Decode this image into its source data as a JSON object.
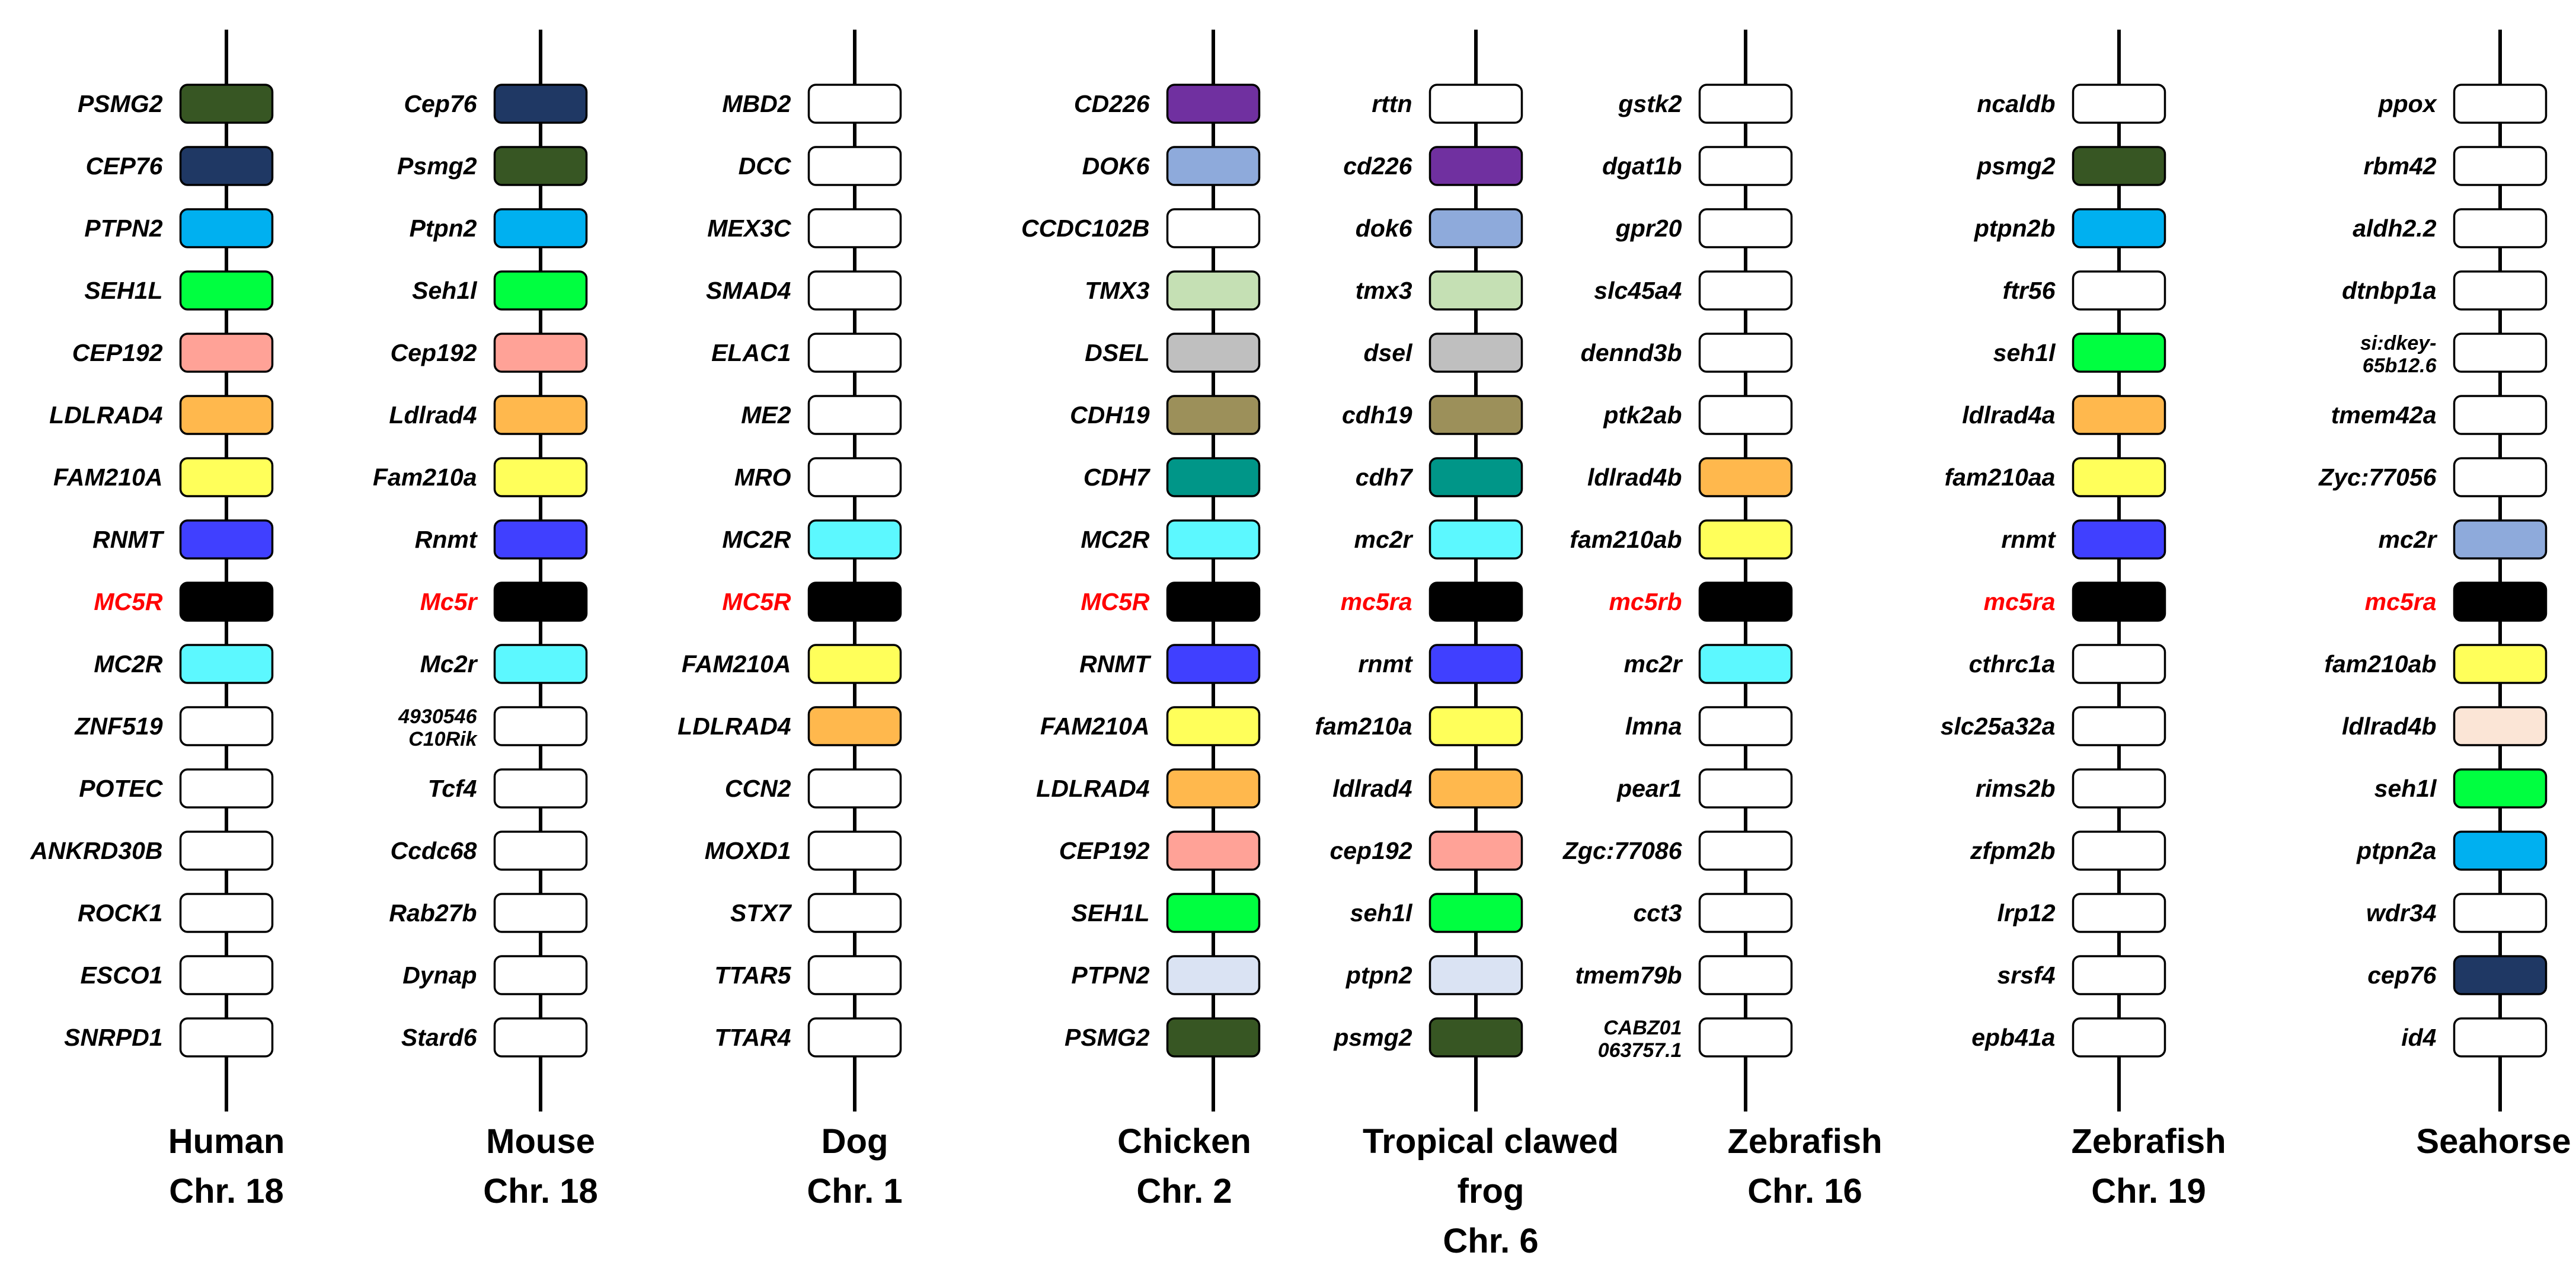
{
  "highlight_color": "#ff0000",
  "default_gene_color": "#ffffff",
  "species": [
    {
      "title_lines": [
        "Human",
        "Chr. 18"
      ],
      "genes": [
        {
          "label": "PSMG2",
          "color": "#375623"
        },
        {
          "label": "CEP76",
          "color": "#1f3864"
        },
        {
          "label": "PTPN2",
          "color": "#00b0f0"
        },
        {
          "label": "SEH1L",
          "color": "#00ff40"
        },
        {
          "label": "CEP192",
          "color": "#ffa297"
        },
        {
          "label": "LDLRAD4",
          "color": "#ffb84d"
        },
        {
          "label": "FAM210A",
          "color": "#ffff5a"
        },
        {
          "label": "RNMT",
          "color": "#4040ff"
        },
        {
          "label": "MC5R",
          "color": "#000000",
          "highlight": true
        },
        {
          "label": "MC2R",
          "color": "#5cf8ff"
        },
        {
          "label": "ZNF519",
          "color": "#ffffff"
        },
        {
          "label": "POTEC",
          "color": "#ffffff"
        },
        {
          "label": "ANKRD30B",
          "color": "#ffffff"
        },
        {
          "label": "ROCK1",
          "color": "#ffffff"
        },
        {
          "label": "ESCO1",
          "color": "#ffffff"
        },
        {
          "label": "SNRPD1",
          "color": "#ffffff"
        }
      ]
    },
    {
      "title_lines": [
        "Mouse",
        "Chr. 18"
      ],
      "genes": [
        {
          "label": "Cep76",
          "color": "#1f3864"
        },
        {
          "label": "Psmg2",
          "color": "#375623"
        },
        {
          "label": "Ptpn2",
          "color": "#00b0f0"
        },
        {
          "label": "Seh1l",
          "color": "#00ff40"
        },
        {
          "label": "Cep192",
          "color": "#ffa297"
        },
        {
          "label": "Ldlrad4",
          "color": "#ffb84d"
        },
        {
          "label": "Fam210a",
          "color": "#ffff5a"
        },
        {
          "label": "Rnmt",
          "color": "#4040ff"
        },
        {
          "label": "Mc5r",
          "color": "#000000",
          "highlight": true
        },
        {
          "label": "Mc2r",
          "color": "#5cf8ff"
        },
        {
          "label": "4930546\nC10Rik",
          "color": "#ffffff"
        },
        {
          "label": "Tcf4",
          "color": "#ffffff"
        },
        {
          "label": "Ccdc68",
          "color": "#ffffff"
        },
        {
          "label": "Rab27b",
          "color": "#ffffff"
        },
        {
          "label": "Dynap",
          "color": "#ffffff"
        },
        {
          "label": "Stard6",
          "color": "#ffffff"
        }
      ]
    },
    {
      "title_lines": [
        "Dog",
        "Chr. 1"
      ],
      "genes": [
        {
          "label": "MBD2",
          "color": "#ffffff"
        },
        {
          "label": "DCC",
          "color": "#ffffff"
        },
        {
          "label": "MEX3C",
          "color": "#ffffff"
        },
        {
          "label": "SMAD4",
          "color": "#ffffff"
        },
        {
          "label": "ELAC1",
          "color": "#ffffff"
        },
        {
          "label": "ME2",
          "color": "#ffffff"
        },
        {
          "label": "MRO",
          "color": "#ffffff"
        },
        {
          "label": "MC2R",
          "color": "#5cf8ff"
        },
        {
          "label": "MC5R",
          "color": "#000000",
          "highlight": true
        },
        {
          "label": "FAM210A",
          "color": "#ffff5a"
        },
        {
          "label": "LDLRAD4",
          "color": "#ffb84d"
        },
        {
          "label": "CCN2",
          "color": "#ffffff"
        },
        {
          "label": "MOXD1",
          "color": "#ffffff"
        },
        {
          "label": "STX7",
          "color": "#ffffff"
        },
        {
          "label": "TTAR5",
          "color": "#ffffff"
        },
        {
          "label": "TTAR4",
          "color": "#ffffff"
        }
      ]
    },
    {
      "title_lines": [
        "Chicken",
        "Chr. 2"
      ],
      "genes": [
        {
          "label": "CD226",
          "color": "#7030a0"
        },
        {
          "label": "DOK6",
          "color": "#8eaadb"
        },
        {
          "label": "CCDC102B",
          "color": "#ffffff"
        },
        {
          "label": "TMX3",
          "color": "#c5e0b4"
        },
        {
          "label": "DSEL",
          "color": "#bfbfbf"
        },
        {
          "label": "CDH19",
          "color": "#9c905a"
        },
        {
          "label": "CDH7",
          "color": "#009688"
        },
        {
          "label": "MC2R",
          "color": "#5cf8ff"
        },
        {
          "label": "MC5R",
          "color": "#000000",
          "highlight": true
        },
        {
          "label": "RNMT",
          "color": "#4040ff"
        },
        {
          "label": "FAM210A",
          "color": "#ffff5a"
        },
        {
          "label": "LDLRAD4",
          "color": "#ffb84d"
        },
        {
          "label": "CEP192",
          "color": "#ffa297"
        },
        {
          "label": "SEH1L",
          "color": "#00ff40"
        },
        {
          "label": "PTPN2",
          "color": "#dae3f3"
        },
        {
          "label": "PSMG2",
          "color": "#375623"
        }
      ]
    },
    {
      "title_lines": [
        "Tropical clawed",
        "frog",
        "Chr. 6"
      ],
      "genes": [
        {
          "label": "rttn",
          "color": "#ffffff"
        },
        {
          "label": "cd226",
          "color": "#7030a0"
        },
        {
          "label": "dok6",
          "color": "#8eaadb"
        },
        {
          "label": "tmx3",
          "color": "#c5e0b4"
        },
        {
          "label": "dsel",
          "color": "#bfbfbf"
        },
        {
          "label": "cdh19",
          "color": "#9c905a"
        },
        {
          "label": "cdh7",
          "color": "#009688"
        },
        {
          "label": "mc2r",
          "color": "#5cf8ff"
        },
        {
          "label": "mc5ra",
          "color": "#000000",
          "highlight": true
        },
        {
          "label": "rnmt",
          "color": "#4040ff"
        },
        {
          "label": "fam210a",
          "color": "#ffff5a"
        },
        {
          "label": "ldlrad4",
          "color": "#ffb84d"
        },
        {
          "label": "cep192",
          "color": "#ffa297"
        },
        {
          "label": "seh1l",
          "color": "#00ff40"
        },
        {
          "label": "ptpn2",
          "color": "#dae3f3"
        },
        {
          "label": "psmg2",
          "color": "#375623"
        }
      ]
    },
    {
      "title_lines": [
        "Zebrafish",
        "Chr. 16"
      ],
      "genes": [
        {
          "label": "gstk2",
          "color": "#ffffff"
        },
        {
          "label": "dgat1b",
          "color": "#ffffff"
        },
        {
          "label": "gpr20",
          "color": "#ffffff"
        },
        {
          "label": "slc45a4",
          "color": "#ffffff"
        },
        {
          "label": "dennd3b",
          "color": "#ffffff"
        },
        {
          "label": "ptk2ab",
          "color": "#ffffff"
        },
        {
          "label": "ldlrad4b",
          "color": "#ffb84d"
        },
        {
          "label": "fam210ab",
          "color": "#ffff5a"
        },
        {
          "label": "mc5rb",
          "color": "#000000",
          "highlight": true
        },
        {
          "label": "mc2r",
          "color": "#5cf8ff"
        },
        {
          "label": "lmna",
          "color": "#ffffff"
        },
        {
          "label": "pear1",
          "color": "#ffffff"
        },
        {
          "label": "Zgc:77086",
          "color": "#ffffff"
        },
        {
          "label": "cct3",
          "color": "#ffffff"
        },
        {
          "label": "tmem79b",
          "color": "#ffffff"
        },
        {
          "label": "CABZ01\n063757.1",
          "color": "#ffffff"
        }
      ]
    },
    {
      "title_lines": [
        "Zebrafish",
        "Chr. 19"
      ],
      "genes": [
        {
          "label": "ncaldb",
          "color": "#ffffff"
        },
        {
          "label": "psmg2",
          "color": "#375623"
        },
        {
          "label": "ptpn2b",
          "color": "#00b0f0"
        },
        {
          "label": "ftr56",
          "color": "#ffffff"
        },
        {
          "label": "seh1l",
          "color": "#00ff40"
        },
        {
          "label": "ldlrad4a",
          "color": "#ffb84d"
        },
        {
          "label": "fam210aa",
          "color": "#ffff5a"
        },
        {
          "label": "rnmt",
          "color": "#4040ff"
        },
        {
          "label": "mc5ra",
          "color": "#000000",
          "highlight": true
        },
        {
          "label": "cthrc1a",
          "color": "#ffffff"
        },
        {
          "label": "slc25a32a",
          "color": "#ffffff"
        },
        {
          "label": "rims2b",
          "color": "#ffffff"
        },
        {
          "label": "zfpm2b",
          "color": "#ffffff"
        },
        {
          "label": "lrp12",
          "color": "#ffffff"
        },
        {
          "label": "srsf4",
          "color": "#ffffff"
        },
        {
          "label": "epb41a",
          "color": "#ffffff"
        }
      ]
    },
    {
      "title_lines": [
        "Seahorse"
      ],
      "genes": [
        {
          "label": "ppox",
          "color": "#ffffff"
        },
        {
          "label": "rbm42",
          "color": "#ffffff"
        },
        {
          "label": "aldh2.2",
          "color": "#ffffff"
        },
        {
          "label": "dtnbp1a",
          "color": "#ffffff"
        },
        {
          "label": "si:dkey-\n65b12.6",
          "color": "#ffffff"
        },
        {
          "label": "tmem42a",
          "color": "#ffffff"
        },
        {
          "label": "Zyc:77056",
          "color": "#ffffff"
        },
        {
          "label": "mc2r",
          "color": "#8eaadb"
        },
        {
          "label": "mc5ra",
          "color": "#000000",
          "highlight": true
        },
        {
          "label": "fam210ab",
          "color": "#ffff5a"
        },
        {
          "label": "ldlrad4b",
          "color": "#fbe5d6"
        },
        {
          "label": "seh1l",
          "color": "#00ff40"
        },
        {
          "label": "ptpn2a",
          "color": "#00b0f0"
        },
        {
          "label": "wdr34",
          "color": "#ffffff"
        },
        {
          "label": "cep76",
          "color": "#1f3864"
        },
        {
          "label": "id4",
          "color": "#ffffff"
        }
      ]
    }
  ]
}
